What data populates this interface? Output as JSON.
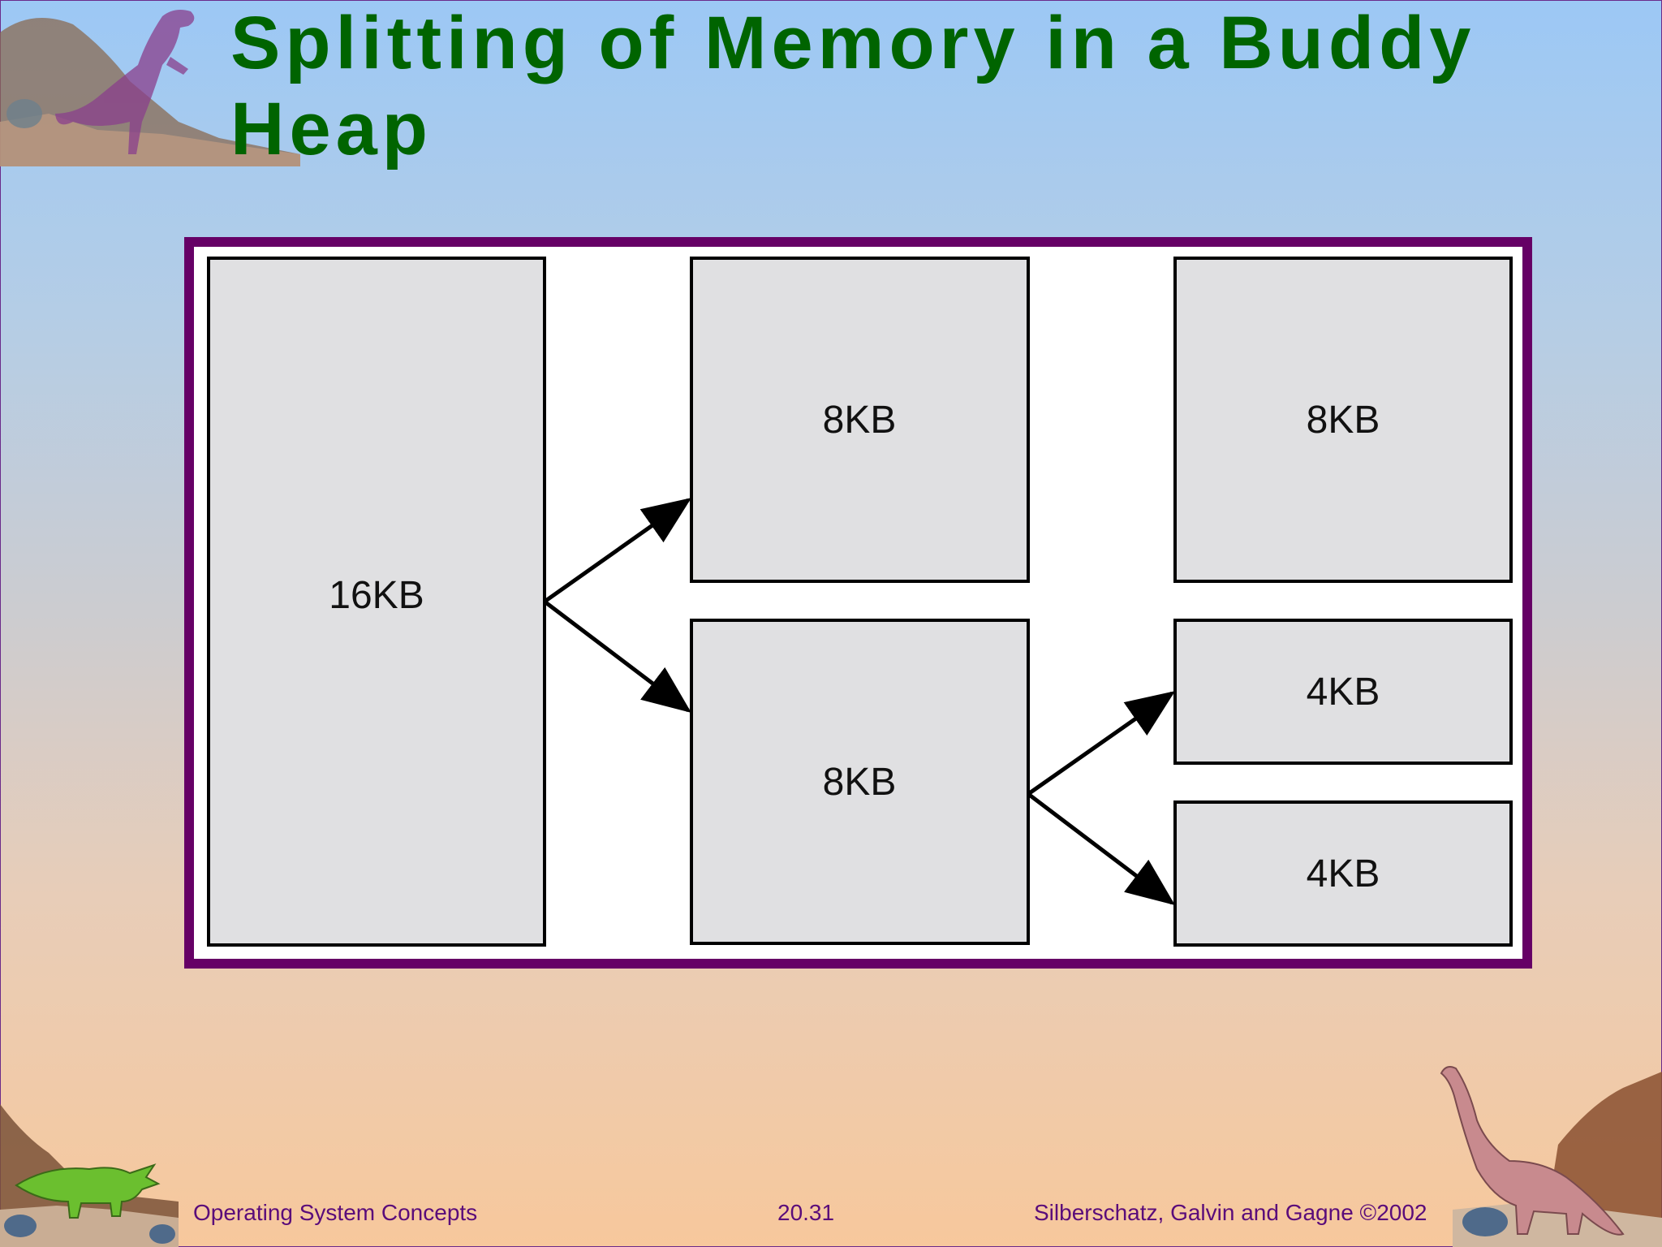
{
  "slide": {
    "title": "Splitting of Memory in a Buddy Heap"
  },
  "diagram": {
    "blocks": [
      {
        "id": "block-16kb",
        "label": "16KB"
      },
      {
        "id": "block-8kb-top",
        "label": "8KB"
      },
      {
        "id": "block-8kb-bottom",
        "label": "8KB"
      },
      {
        "id": "block-8kb-right",
        "label": "8KB"
      },
      {
        "id": "block-4kb-top",
        "label": "4KB"
      },
      {
        "id": "block-4kb-bottom",
        "label": "4KB"
      }
    ],
    "colors": {
      "border": "#660066",
      "block_fill": "#e0e0e2",
      "stroke": "#000000"
    }
  },
  "footer": {
    "course": "Operating System Concepts",
    "page": "20.31",
    "credit": "Silberschatz, Galvin and  Gagne ©2002"
  },
  "icons": [
    "trex-dinosaur-icon",
    "triceratops-dinosaur-icon",
    "brontosaurus-dinosaur-icon"
  ]
}
